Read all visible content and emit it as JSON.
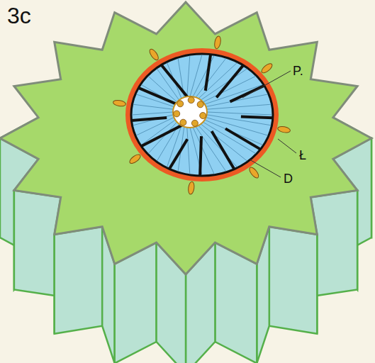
{
  "diagram": {
    "title": "3c",
    "labels": [
      "P.",
      "Ł",
      "D"
    ]
  }
}
